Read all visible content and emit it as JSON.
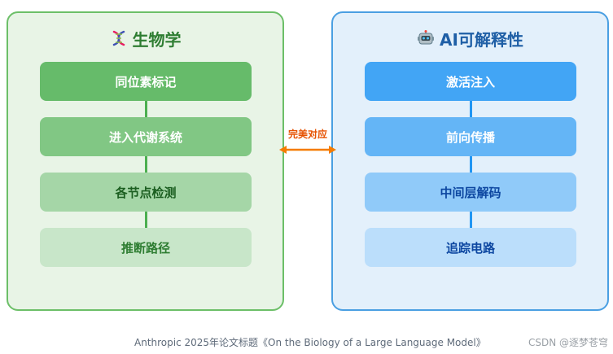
{
  "biology": {
    "title": "生物学",
    "title_icon": "dna-icon",
    "steps": [
      "同位素标记",
      "进入代谢系统",
      "各节点检测",
      "推断路径"
    ]
  },
  "ai": {
    "title": "AI可解释性",
    "title_icon": "robot-icon",
    "steps": [
      "激活注入",
      "前向传播",
      "中间层解码",
      "追踪电路"
    ]
  },
  "link": {
    "label": "完美对应",
    "color": "#e65100"
  },
  "caption": "Anthropic 2025年论文标题《On the Biology of a Large Language Model》",
  "watermark": "CSDN @逐梦苍穹",
  "colors": {
    "bio_accent": "#66bb6a",
    "ai_accent": "#42a5f5"
  }
}
